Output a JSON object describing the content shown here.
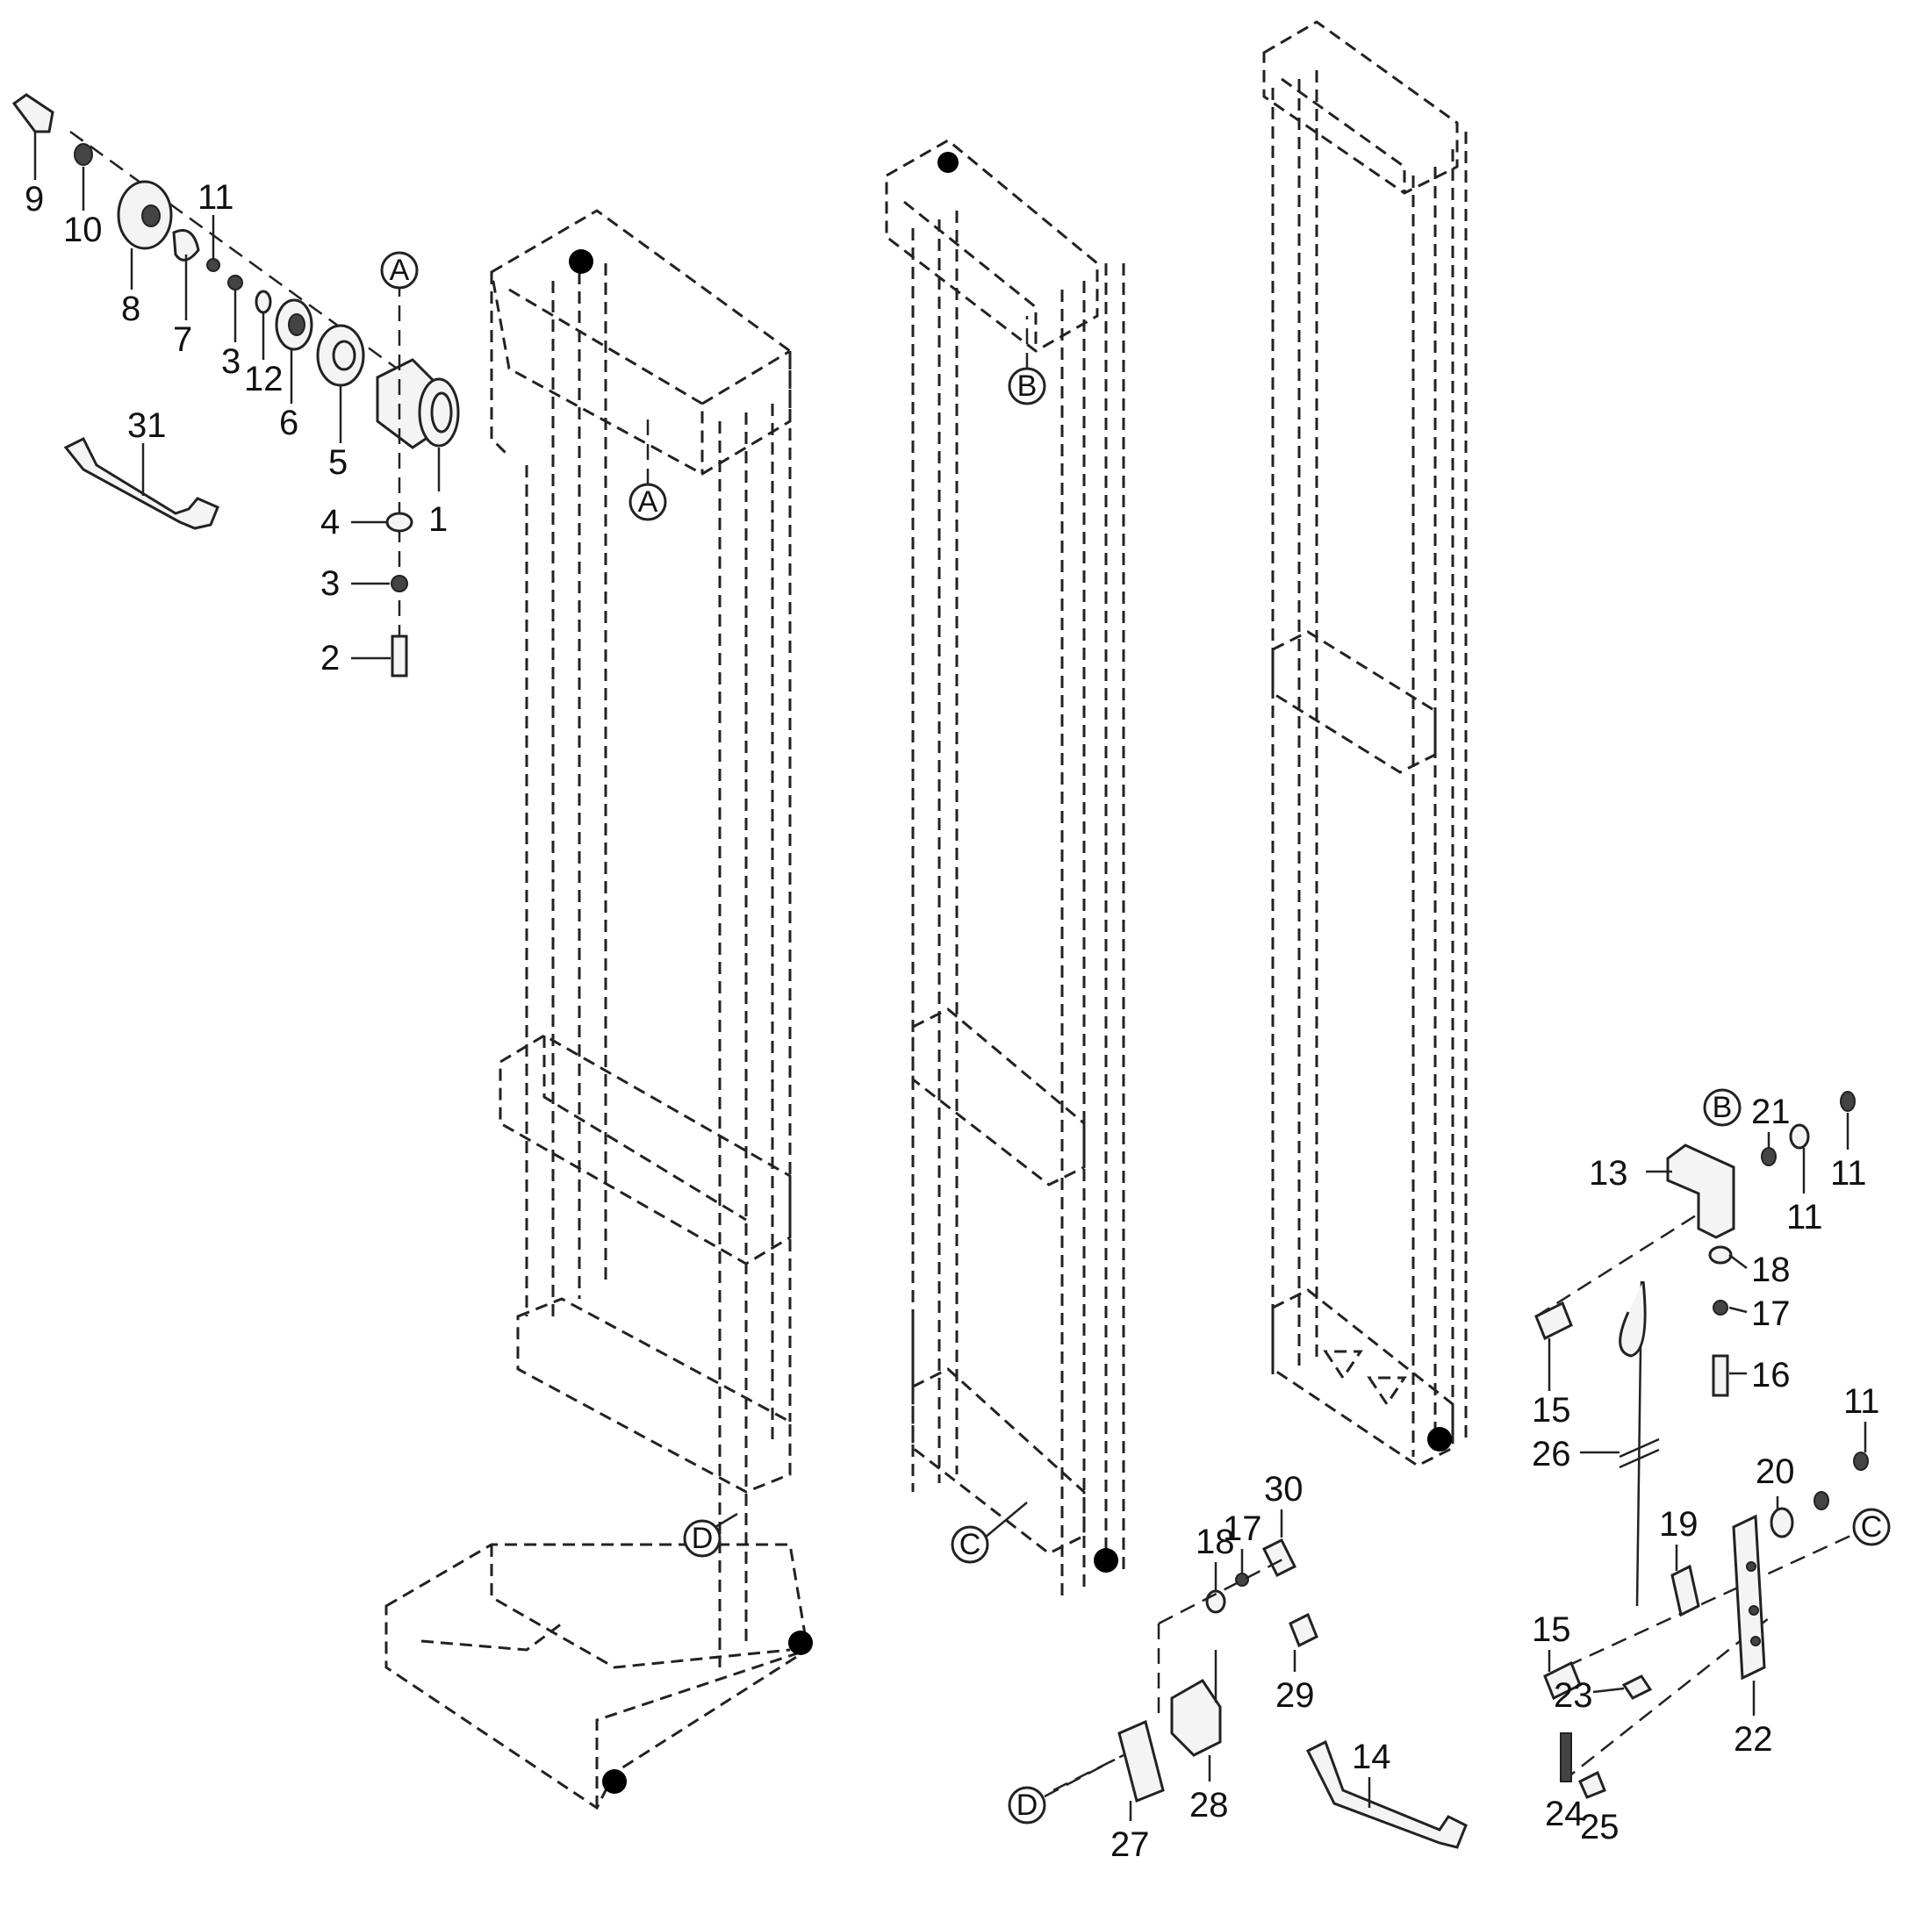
{
  "callouts": [
    {
      "id": "c9",
      "text": "9"
    },
    {
      "id": "c10",
      "text": "10"
    },
    {
      "id": "c8",
      "text": "8"
    },
    {
      "id": "c7",
      "text": "7"
    },
    {
      "id": "c11a",
      "text": "11"
    },
    {
      "id": "c3a",
      "text": "3"
    },
    {
      "id": "c12",
      "text": "12"
    },
    {
      "id": "c6",
      "text": "6"
    },
    {
      "id": "c5",
      "text": "5"
    },
    {
      "id": "c1",
      "text": "1"
    },
    {
      "id": "c31",
      "text": "31"
    },
    {
      "id": "c4",
      "text": "4"
    },
    {
      "id": "c3b",
      "text": "3"
    },
    {
      "id": "c2",
      "text": "2"
    },
    {
      "id": "c13",
      "text": "13"
    },
    {
      "id": "c21",
      "text": "21"
    },
    {
      "id": "c11b",
      "text": "11"
    },
    {
      "id": "c11c",
      "text": "11"
    },
    {
      "id": "c18a",
      "text": "18"
    },
    {
      "id": "c17a",
      "text": "17"
    },
    {
      "id": "c16",
      "text": "16"
    },
    {
      "id": "c15a",
      "text": "15"
    },
    {
      "id": "c26",
      "text": "26"
    },
    {
      "id": "c11d",
      "text": "11"
    },
    {
      "id": "c20",
      "text": "20"
    },
    {
      "id": "c19",
      "text": "19"
    },
    {
      "id": "c15b",
      "text": "15"
    },
    {
      "id": "c23",
      "text": "23"
    },
    {
      "id": "c22",
      "text": "22"
    },
    {
      "id": "c24",
      "text": "24"
    },
    {
      "id": "c25",
      "text": "25"
    },
    {
      "id": "c18b",
      "text": "18"
    },
    {
      "id": "c17b",
      "text": "17"
    },
    {
      "id": "c30",
      "text": "30"
    },
    {
      "id": "c29",
      "text": "29"
    },
    {
      "id": "c14",
      "text": "14"
    },
    {
      "id": "c28",
      "text": "28"
    },
    {
      "id": "c27",
      "text": "27"
    }
  ],
  "reference_letters": [
    {
      "id": "rA1",
      "text": "A"
    },
    {
      "id": "rA2",
      "text": "A"
    },
    {
      "id": "rB1",
      "text": "B"
    },
    {
      "id": "rB2",
      "text": "B"
    },
    {
      "id": "rC1",
      "text": "C"
    },
    {
      "id": "rC2",
      "text": "C"
    },
    {
      "id": "rD1",
      "text": "D"
    },
    {
      "id": "rD2",
      "text": "D"
    }
  ]
}
